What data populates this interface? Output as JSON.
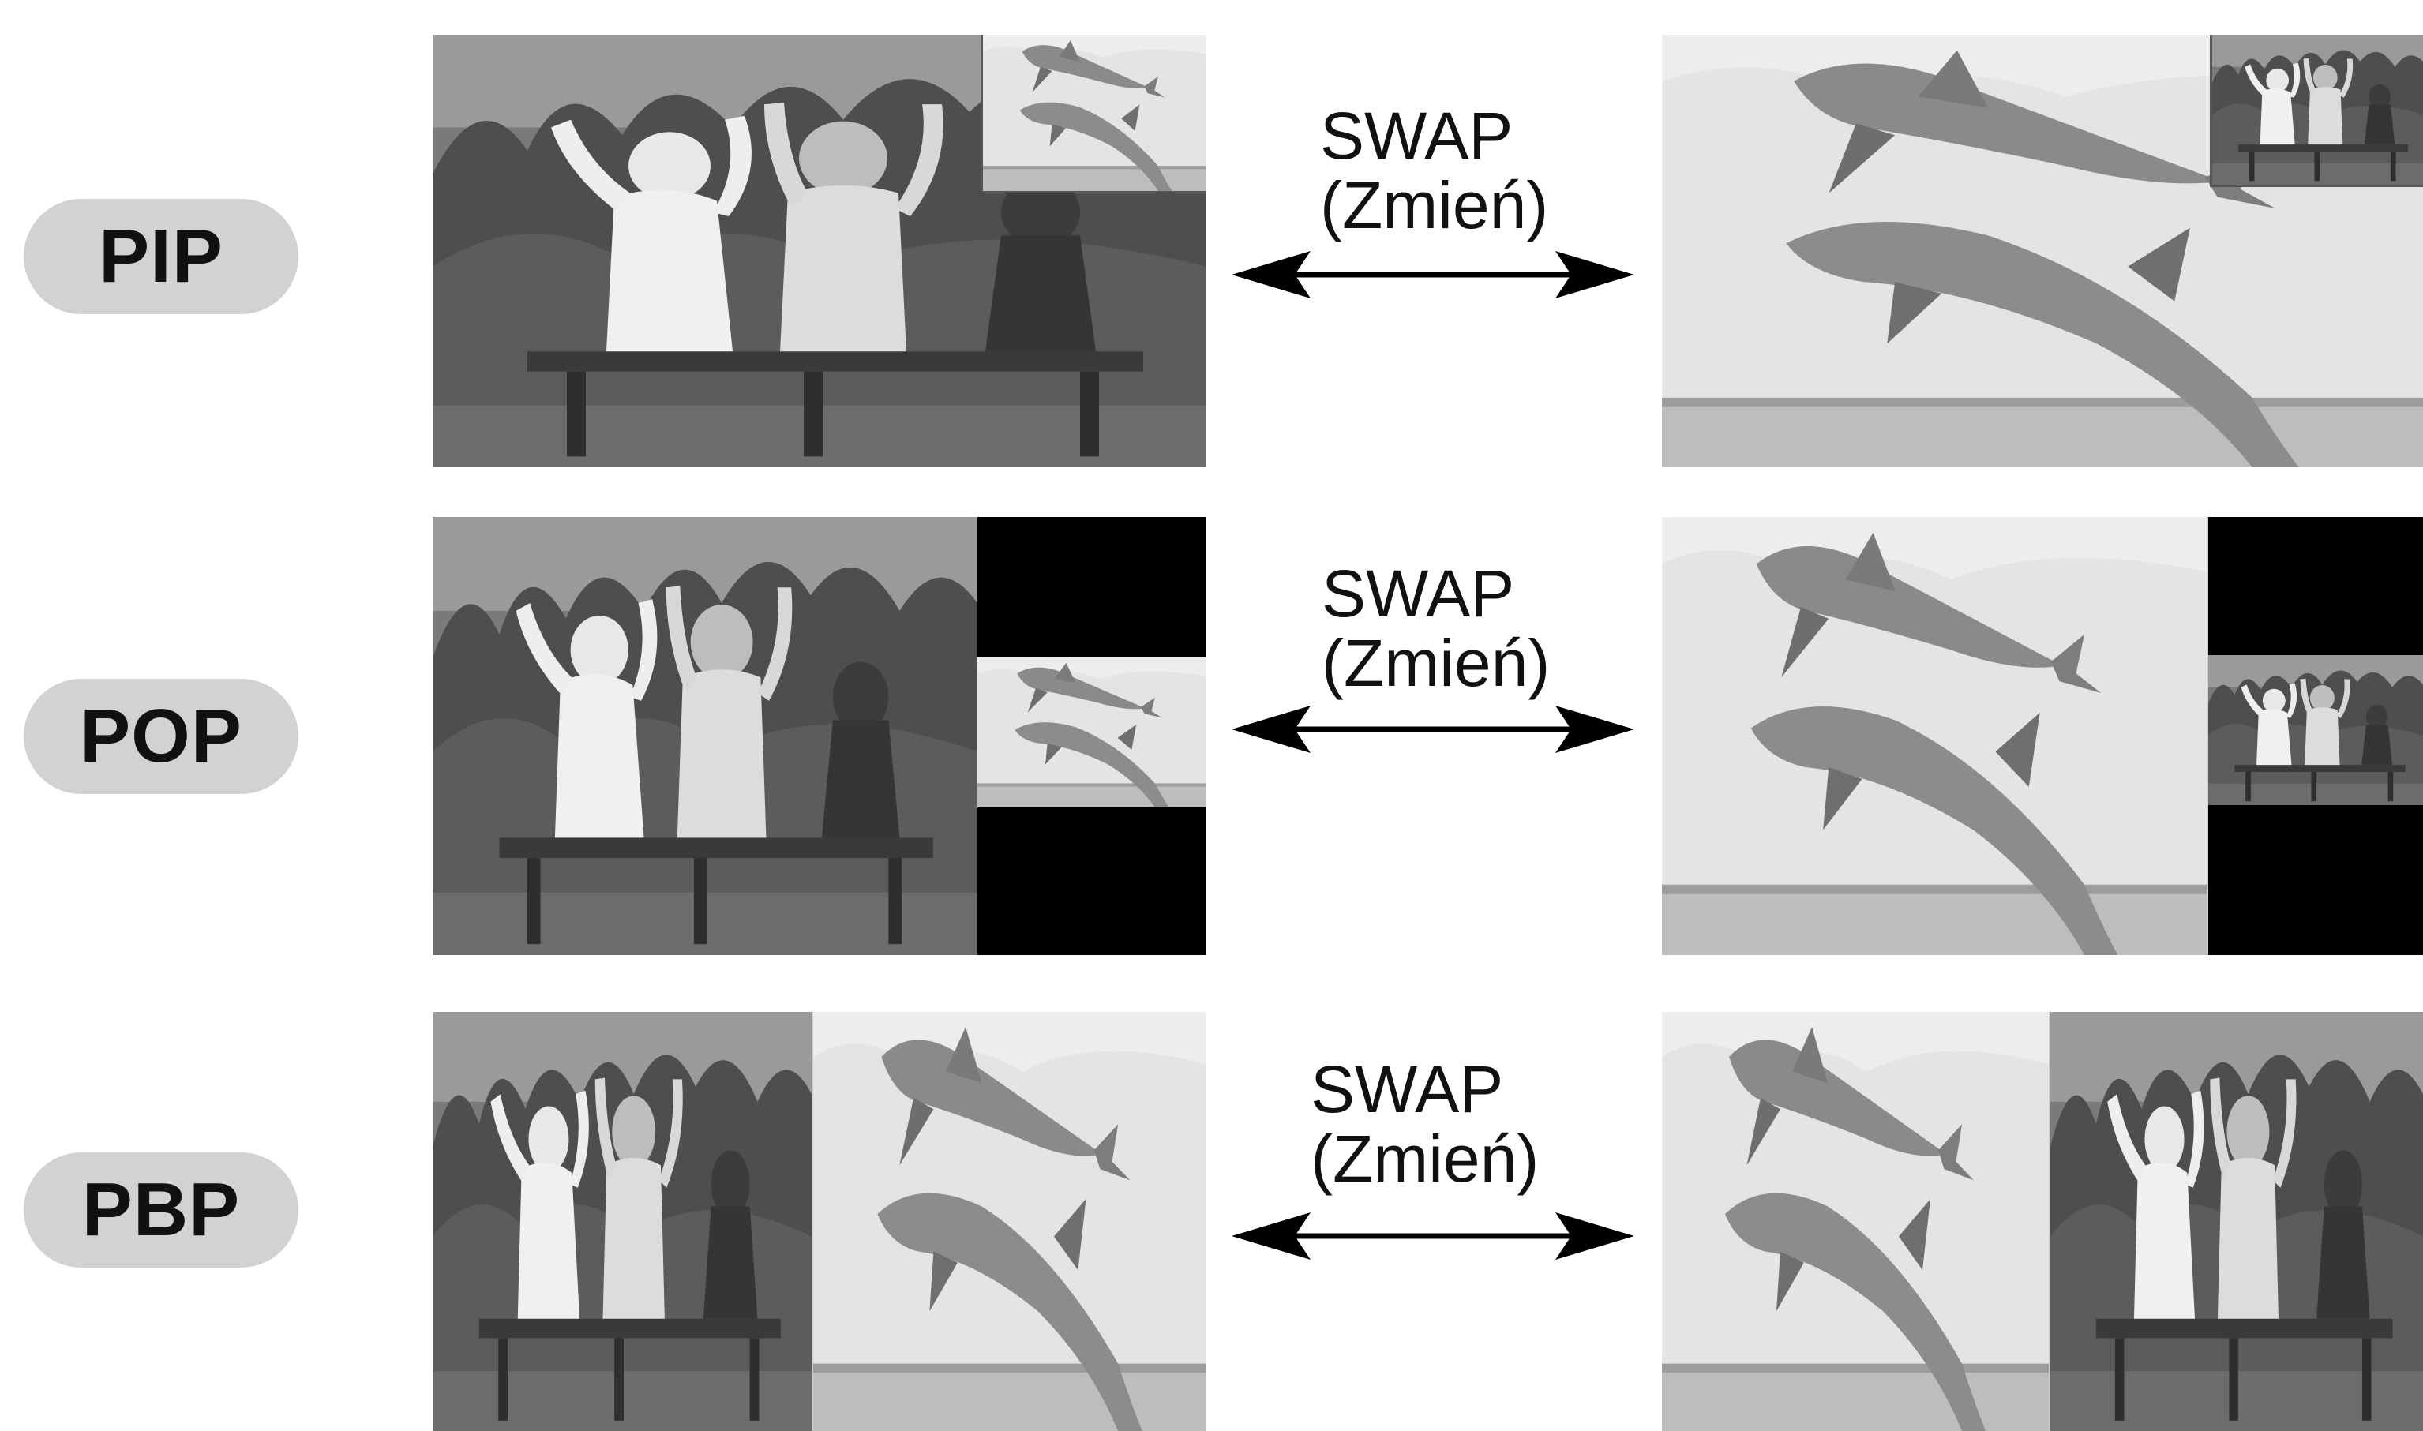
{
  "rows": [
    {
      "mode": "PIP",
      "swap_text": "SWAP",
      "swap_sub": "(Zmień)"
    },
    {
      "mode": "POP",
      "swap_text": "SWAP",
      "swap_sub": "(Zmień)"
    },
    {
      "mode": "PBP",
      "swap_text": "SWAP",
      "swap_sub": "(Zmień)"
    }
  ],
  "colors": {
    "badge_bg": "#d2d2d2",
    "text": "#111111",
    "scene_dark": "#4a4a4a",
    "sky": "#e6e6e6",
    "dolphin": "#8a8a8a",
    "black_bar": "#000000"
  }
}
